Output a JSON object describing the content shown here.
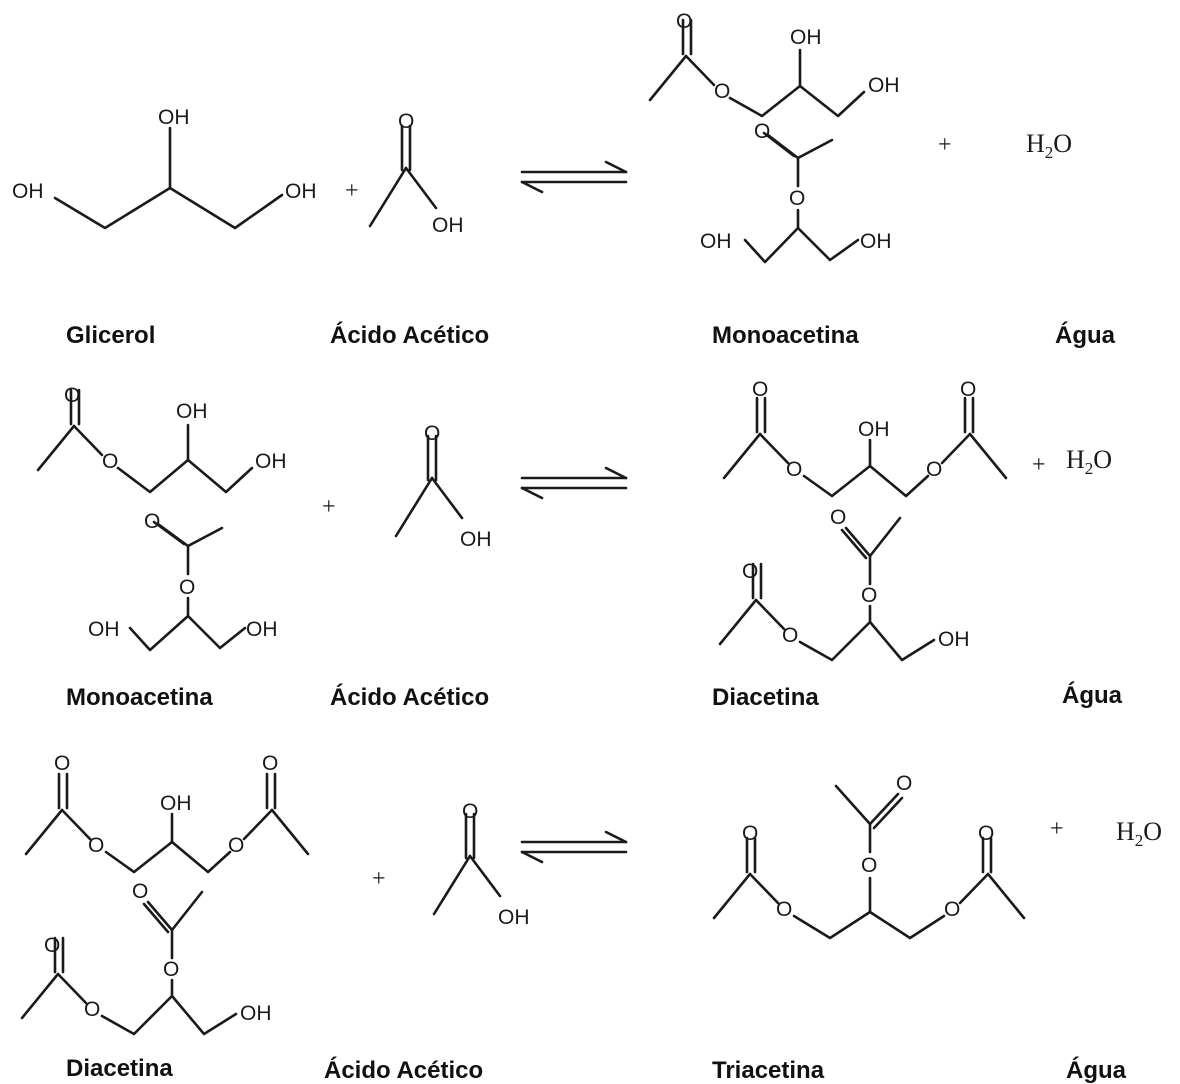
{
  "atoms": {
    "hydroxyl": "OH",
    "oxygen": "O",
    "plus": "+"
  },
  "water": {
    "h": "H",
    "sub": "2",
    "o": "O"
  },
  "reactions": [
    {
      "reactant_1": "Glicerol",
      "reactant_2": "Ácido Acético",
      "product": "Monoacetina",
      "byproduct": "Água"
    },
    {
      "reactant_1": "Monoacetina",
      "reactant_2": "Ácido Acético",
      "product": "Diacetina",
      "byproduct": "Água"
    },
    {
      "reactant_1": "Diacetina",
      "reactant_2": "Ácido Acético",
      "product": "Triacetina",
      "byproduct": "Água"
    }
  ]
}
